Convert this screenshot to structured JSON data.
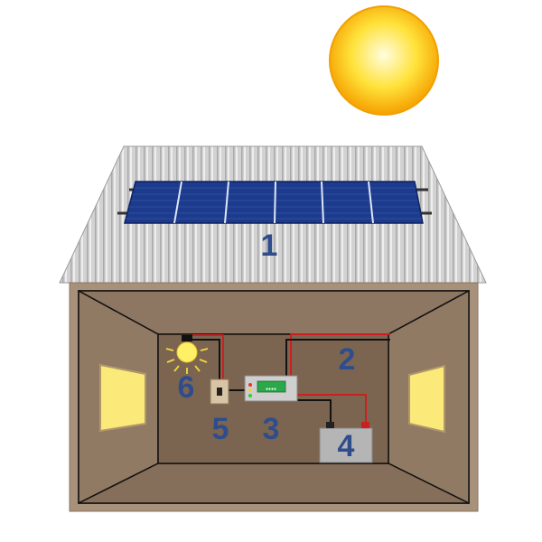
{
  "diagram": {
    "labels": {
      "panel": "1",
      "wiring": "2",
      "controller": "3",
      "battery": "4",
      "switch": "5",
      "bulb": "6"
    },
    "controller_display": "●●●●"
  },
  "colors": {
    "sun_core": "#fff27a",
    "sun_edge": "#f6a400",
    "roof": "#c9c9c9",
    "panel": "#1c3b8c",
    "wall": "#a8917a",
    "room": "#7c6550",
    "window": "#fbe97a",
    "label": "#2f4d8c",
    "wire_red": "#cc1f1f",
    "wire_black": "#111111"
  }
}
